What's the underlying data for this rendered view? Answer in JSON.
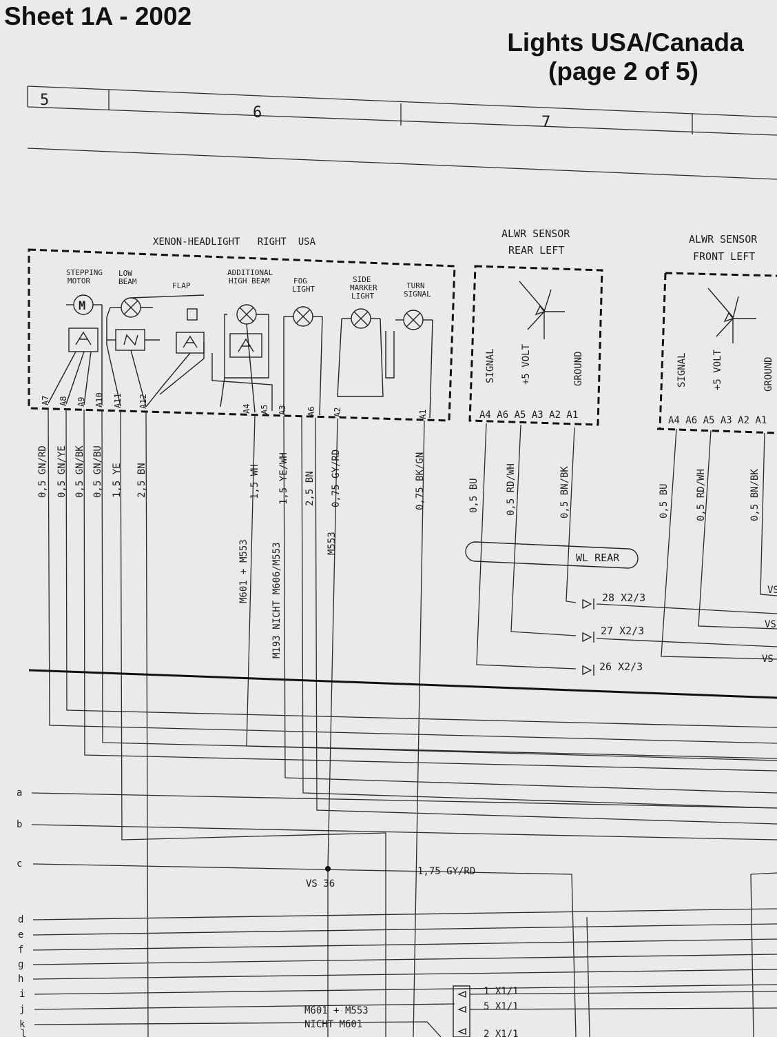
{
  "sheet_title": "Sheet 1A - 2002",
  "diagram_title": "Lights USA/Canada",
  "page_label": "(page 2 of 5)",
  "grid_columns": [
    "5",
    "6",
    "7"
  ],
  "headlight": {
    "title": "XENON-HEADLIGHT   RIGHT  USA",
    "components": {
      "stepping_motor": [
        "STEPPING",
        "MOTOR"
      ],
      "low_beam": [
        "LOW",
        "BEAM"
      ],
      "flap": [
        "FLAP"
      ],
      "additional_high_beam": [
        "ADDITIONAL",
        "HIGH BEAM"
      ],
      "fog_light": [
        "FOG",
        "LIGHT"
      ],
      "side_marker": [
        "SIDE",
        "MARKER",
        "LIGHT"
      ],
      "turn_signal": [
        "TURN",
        "SIGNAL"
      ]
    },
    "motor_symbol": "M",
    "pins": [
      "A7",
      "A8",
      "A9",
      "A10",
      "A11",
      "A12",
      "A4",
      "A5",
      "A3",
      "A6",
      "A2",
      "A1"
    ],
    "wires": [
      "0,5 GN/RD",
      "0,5 GN/YE",
      "0,5 GN/BK",
      "0,5 GN/BU",
      "1,5 YE",
      "2,5 BN",
      "1,5 WH",
      "1,5 YE/WH",
      "2,5 BN",
      "0,75 GY/RD",
      "0,75 BK/GN"
    ],
    "notes": [
      "M601 + M553",
      "M193 NICHT M606/M553",
      "M553"
    ]
  },
  "sensor_rear": {
    "title": [
      "ALWR SENSOR",
      "REAR LEFT"
    ],
    "terms": [
      "SIGNAL",
      "+5 VOLT",
      "GROUND"
    ],
    "pins": "A4 A6 A5 A3 A2 A1",
    "wires": [
      "0,5 BU",
      "0,5 RD/WH",
      "0,5 BN/BK"
    ]
  },
  "sensor_front": {
    "title": [
      "ALWR SENSOR",
      "FRONT LEFT"
    ],
    "terms": [
      "SIGNAL",
      "+5 VOLT",
      "GROUND"
    ],
    "pins": "A4 A6 A5 A3 A2 A1",
    "wires": [
      "0,5 BU",
      "0,5 RD/WH",
      "0,5 BN/BK"
    ]
  },
  "harness_label": "WL REAR",
  "connectors": [
    "28 X2/3",
    "27 X2/3",
    "26 X2/3"
  ],
  "vs_labels": [
    "VS",
    "VS",
    "VS"
  ],
  "bus_rows": [
    "a",
    "b",
    "c",
    "d",
    "e",
    "f",
    "g",
    "h",
    "i",
    "j",
    "k",
    "l"
  ],
  "splice_label": "VS 36",
  "wire_175": "1,75 GY/RD",
  "bottom_notes": [
    "M601 + M553",
    "NICHT M601"
  ],
  "bottom_connectors": [
    "1 X1/1",
    "5 X1/1",
    "2 X1/1"
  ]
}
